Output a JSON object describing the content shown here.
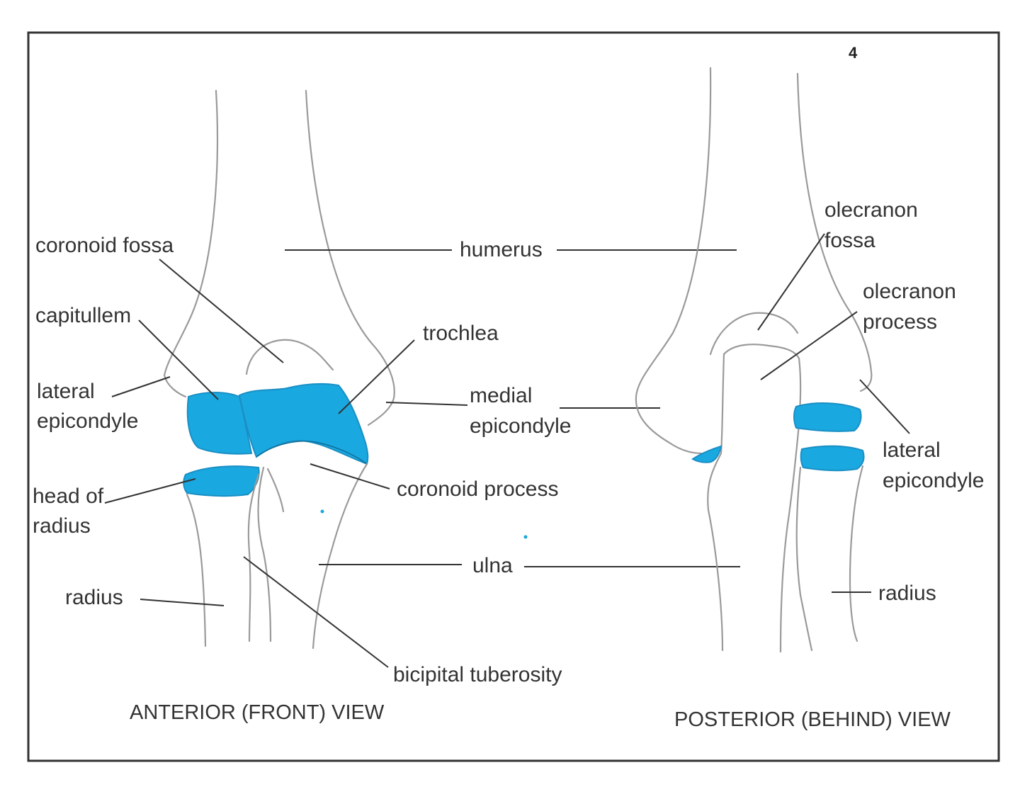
{
  "page_number": "4",
  "colors": {
    "cartilage": "#19a8e0",
    "bone_outline": "#9a9a9a",
    "label_text": "#333333",
    "border": "#333333"
  },
  "anterior": {
    "view_title": "ANTERIOR (FRONT) VIEW",
    "labels": {
      "coronoid_fossa": "coronoid fossa",
      "capitullem": "capitullem",
      "lateral_epicondyle_1": "lateral",
      "lateral_epicondyle_2": "epicondyle",
      "head_of_radius_1": "head  of",
      "head_of_radius_2": "radius",
      "radius": "radius",
      "trochlea": "trochlea",
      "coronoid_process": "coronoid process",
      "bicipital_tuberosity": "bicipital tuberosity"
    }
  },
  "shared": {
    "humerus": "humerus",
    "medial_epicondyle_1": "medial",
    "medial_epicondyle_2": "epicondyle",
    "ulna": "ulna"
  },
  "posterior": {
    "view_title": "POSTERIOR (BEHIND) VIEW",
    "labels": {
      "olecranon_fossa_1": "olecranon",
      "olecranon_fossa_2": "fossa",
      "olecranon_process_1": "olecranon",
      "olecranon_process_2": "process",
      "lateral_epicondyle_1": "lateral",
      "lateral_epicondyle_2": "epicondyle",
      "radius": "radius"
    }
  }
}
